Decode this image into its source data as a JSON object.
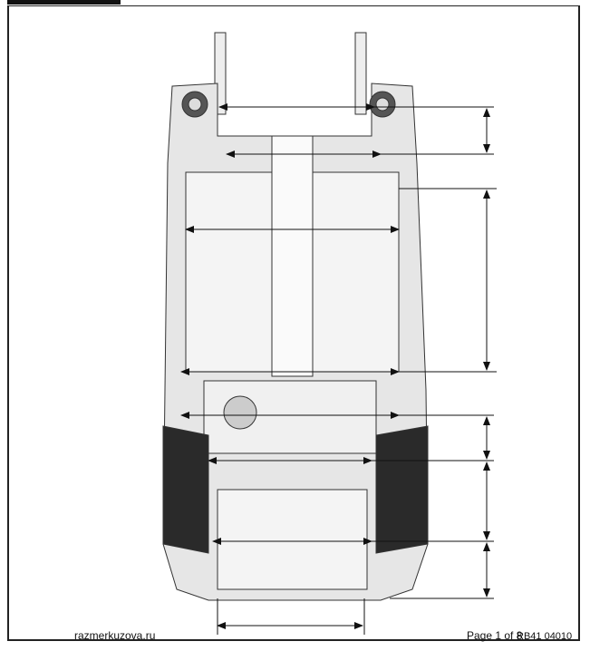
{
  "footer": {
    "site": "razmerkuzova.ru",
    "page": "Page 1 of 8",
    "figure_code": "RB41 04010"
  },
  "colors": {
    "line": "#111111",
    "body_fill": "#e6e6e6",
    "panel_fill": "#f4f4f4",
    "wheel_arch": "#2a2a2a"
  }
}
